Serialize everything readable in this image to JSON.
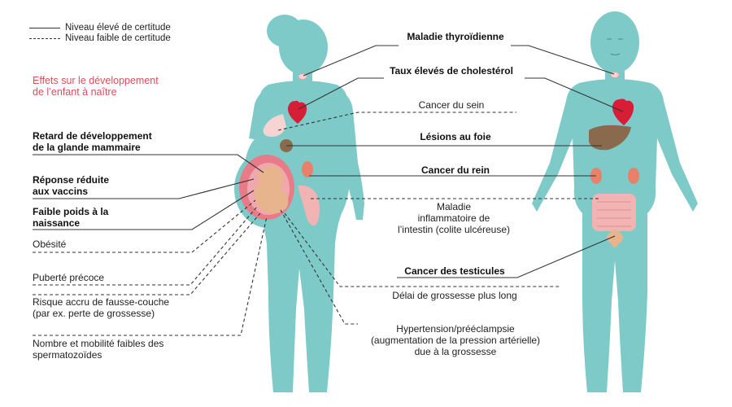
{
  "legend": {
    "high": "Niveau élevé de certitude",
    "low": "Niveau faible de certitude"
  },
  "subtitle": "Effets sur le développement\nde l’enfant à naître",
  "colors": {
    "body": "#7ecac8",
    "heart": "#d61e36",
    "liver": "#8a6a4c",
    "kidney": "#e8806a",
    "intestine": "#f2b3b3",
    "breast": "#f6d4d4",
    "womb": "#e77c88",
    "fetus": "#e8b48e",
    "accent_red": "#d94f5c"
  },
  "left_labels": {
    "mammary": "Retard de développement\nde la glande mammaire",
    "vaccines": "Réponse réduite\naux vaccins",
    "birthweight": "Faible poids à la\nnaissance",
    "obesity": "Obésité",
    "puberty": "Puberté précoce",
    "miscarriage": "Risque accru de fausse-couche\n(par ex. perte de grossesse)",
    "sperm": "Nombre et mobilité faibles des\nspermatozoïdes"
  },
  "center_labels": {
    "thyroid": "Maladie thyroïdienne",
    "cholesterol": "Taux élevés de cholestérol",
    "breast_cancer": "Cancer du sein",
    "liver": "Lésions au foie",
    "kidney": "Cancer du rein",
    "ibd": "Maladie\ninflammatoire de\nl’intestin (colite ulcéreuse)",
    "testicular": "Cancer des testicules",
    "pregnancy_delay": "Délai de grossesse plus long",
    "hypertension": "Hypertension/prééclampsie\n(augmentation de la pression artérielle)\ndue à la grossesse"
  }
}
